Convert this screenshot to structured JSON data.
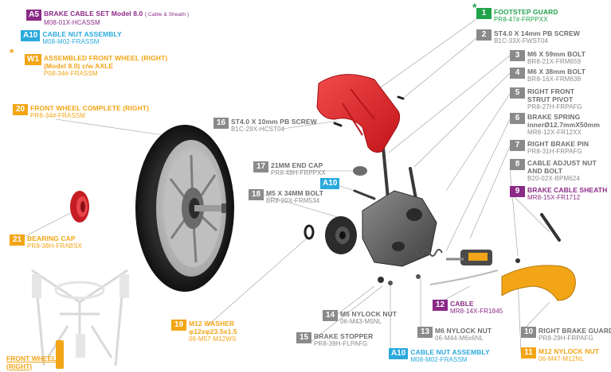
{
  "labels": {
    "a5": {
      "num": "A5",
      "name": "BRAKE CABLE SET Model 8.0",
      "note": "( Cable & Sheath )",
      "code": "M08-01X-HCASSM"
    },
    "a10_top": {
      "num": "A10",
      "name": "CABLE NUT ASSEMBLY",
      "code": "M08-M02-FRASSM"
    },
    "w1": {
      "num": "W1",
      "name": "ASSEMBLED FRONT WHEEL (RIGHT)",
      "name2": "(Model 8.0) c/w AXLE",
      "code": "P08-34#-FRASSM"
    },
    "p20": {
      "num": "20",
      "name": "FRONT WHEEL COMPLETE (RIGHT)",
      "code": "PR8-34#-FRASSM"
    },
    "p21": {
      "num": "21",
      "name": "BEARING CAP",
      "code": "PR8-38H-FRABSX"
    },
    "p19": {
      "num": "19",
      "name": "M12 WASHER",
      "name2": "φ12xφ23.5x1.5",
      "code": "06-M57-M12WS"
    },
    "p16": {
      "num": "16",
      "name": "ST4.0 X 10mm PB SCREW",
      "code": "B1C-29X-HCST04"
    },
    "p17": {
      "num": "17",
      "name": "21MM END CAP",
      "code": "PR8-48H-FRPPXX"
    },
    "a10_mid": {
      "num": "A10"
    },
    "p18": {
      "num": "18",
      "name": "M5 X 34MM BOLT",
      "code": "BR8-20X-FRM534"
    },
    "p1": {
      "num": "1",
      "name": "FOOTSTEP GUARD",
      "code": "PR8-47#-FRPPXX"
    },
    "p2": {
      "num": "2",
      "name": "ST4.0 X 14mm PB SCREW",
      "code": "B1C-33X-FWST04"
    },
    "p3": {
      "num": "3",
      "name": "M6 X 59mm BOLT",
      "code": "BR8-21X-FRM659"
    },
    "p4": {
      "num": "4",
      "name": "M6 X 38mm BOLT",
      "code": "BR8-16X-FRM638"
    },
    "p5": {
      "num": "5",
      "name": "RIGHT FRONT",
      "name2": "STRUT PIVOT",
      "code": "PR8-27H-FRPAFG"
    },
    "p6": {
      "num": "6",
      "name": "BRAKE SPRING",
      "name2": "innerØ12.7mmX50mm",
      "code": "MR8-12X-FR12XX"
    },
    "p7": {
      "num": "7",
      "name": "RIGHT BRAKE PIN",
      "code": "PR8-31H-FRPAFG"
    },
    "p8": {
      "num": "8",
      "name": "CABLE ADJUST NUT",
      "name2": "AND BOLT",
      "code": "B20-02X-BPM624"
    },
    "p9": {
      "num": "9",
      "name": "BRAKE CABLE SHEATH",
      "code": "MR8-15X-FR1712"
    },
    "p12": {
      "num": "12",
      "name": "CABLE",
      "code": "MR8-14X-FR1845"
    },
    "p14": {
      "num": "14",
      "name": "M5 NYLOCK NUT",
      "code": "06-M43-M5NL"
    },
    "p13": {
      "num": "13",
      "name": "M6 NYLOCK NUT",
      "code": "06-M44-M6x6NL"
    },
    "p15": {
      "num": "15",
      "name": "BRAKE STOPPER",
      "code": "PR8-39H-FLPAFG"
    },
    "p10": {
      "num": "10",
      "name": "RIGHT BRAKE GUARD",
      "code": "PR8-29H-FRPAFG"
    },
    "p11": {
      "num": "11",
      "name": "M12 NYLOCK NUT",
      "code": "06-M47-M12NL"
    },
    "a10_bot": {
      "num": "A10",
      "name": "CABLE NUT ASSEMBLY",
      "code": "M08-M02-FRASSM"
    }
  },
  "bottom_left": {
    "line1": "FRONT WHEEL",
    "line2": "(RIGHT)"
  },
  "stars": {
    "w1": "*",
    "p1": "*"
  },
  "colors": {
    "gray": "#8a8a8a",
    "purple": "#8b2a87",
    "cyan": "#2aa9dc",
    "orange": "#f2a516",
    "green": "#21a34b",
    "red": "#e0242a"
  }
}
